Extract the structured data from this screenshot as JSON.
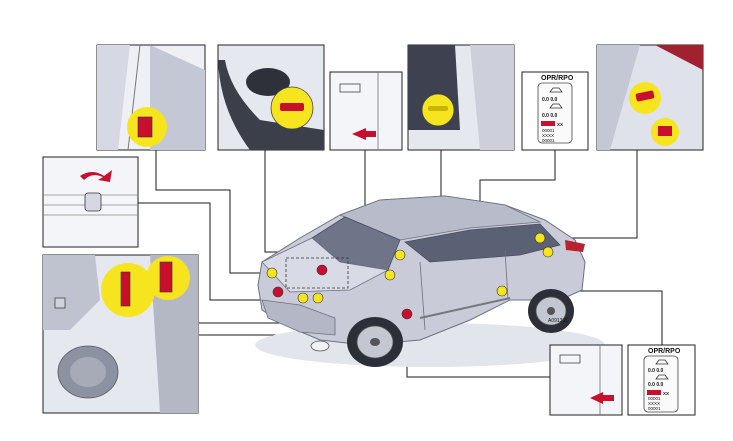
{
  "diagram": {
    "code": "A091331",
    "colors": {
      "marker_yellow": "#f6e51e",
      "marker_red": "#c8102e",
      "car_body": "#c9ccd8",
      "car_shadow": "#9aa0b2",
      "line": "#1a1a1a",
      "panel_border": "#222222"
    }
  },
  "plate_top": {
    "title": "OPR/RPO",
    "row1": "0.0  0.0",
    "row2": "0.0  0.0",
    "code": "XX",
    "lines": [
      "00001",
      "XXXX",
      "00001"
    ]
  },
  "plate_bottom": {
    "title": "OPR/RPO",
    "row1": "0.0  0.0",
    "row2": "0.0  0.0",
    "code": "XX",
    "lines": [
      "00001",
      "XXXX",
      "00001"
    ]
  }
}
